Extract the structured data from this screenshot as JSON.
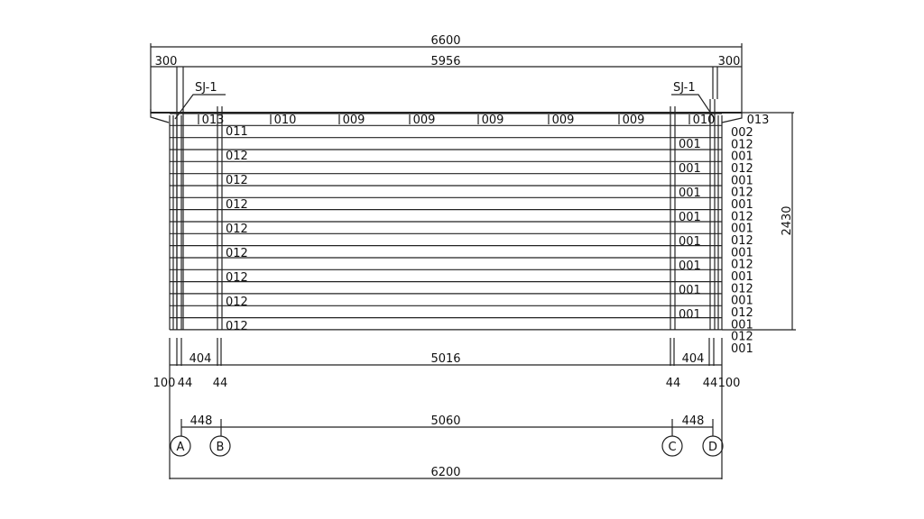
{
  "dimensions": {
    "overall_top": "6600",
    "overhang_left": "300",
    "span_top": "5956",
    "overhang_right": "300",
    "height": "2430",
    "bottom_row1": [
      "404",
      "5016",
      "404"
    ],
    "bottom_row2": [
      "100",
      "44",
      "44",
      "44",
      "44",
      "100"
    ],
    "axis_spacing": [
      "448",
      "5060",
      "448"
    ],
    "overall_bottom": "6200"
  },
  "callouts": {
    "left": "SJ-1",
    "right": "SJ-1"
  },
  "top_labels": [
    "013",
    "010",
    "009",
    "009",
    "009",
    "009",
    "009",
    "010",
    "013"
  ],
  "left_wall_labels": [
    "011",
    "012",
    "012",
    "012",
    "012",
    "012",
    "012",
    "012",
    "012"
  ],
  "inner_right_labels": [
    "001",
    "001",
    "001",
    "001",
    "001",
    "001",
    "001",
    "001"
  ],
  "right_wall_labels": [
    "002",
    "012",
    "001",
    "012",
    "001",
    "012",
    "001",
    "012",
    "001",
    "012",
    "001",
    "012",
    "001",
    "012",
    "001",
    "012",
    "001",
    "012",
    "001"
  ],
  "axes": [
    "A",
    "B",
    "C",
    "D"
  ]
}
